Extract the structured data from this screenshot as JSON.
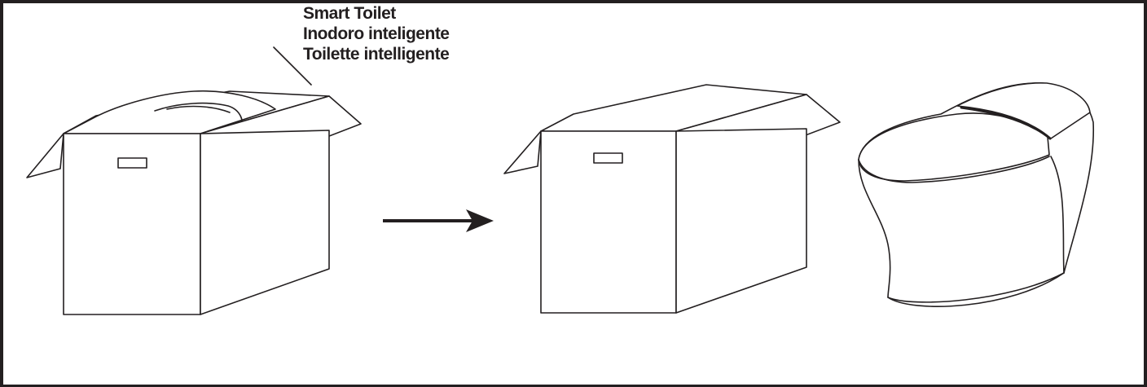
{
  "labels": {
    "line1": "Smart Toilet",
    "line2": "Inodoro inteligente",
    "line3": "Toilette intelligente"
  },
  "colors": {
    "ink": "#231f20",
    "background": "#ffffff"
  }
}
